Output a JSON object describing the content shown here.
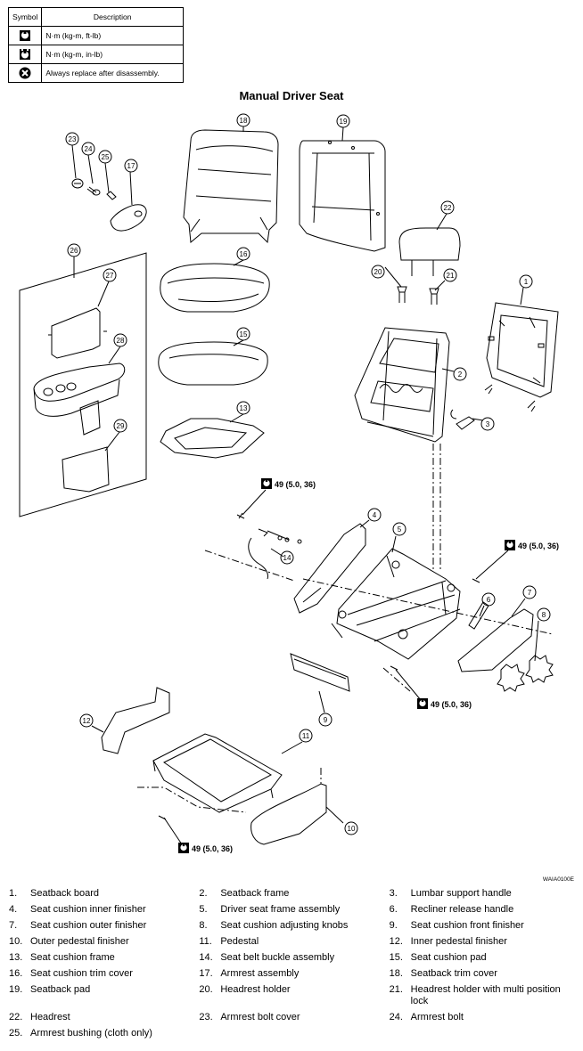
{
  "symbol_table": {
    "header_symbol": "Symbol",
    "header_description": "Description",
    "rows": [
      {
        "icon": "torque-nm-icon",
        "description": "N·m (kg-m, ft-lb)"
      },
      {
        "icon": "torque-nm-inlb-icon",
        "description": "N·m (kg-m, in-lb)"
      },
      {
        "icon": "always-replace-icon",
        "description": "Always replace after disassembly."
      }
    ]
  },
  "title": "Manual Driver Seat",
  "torque_callouts": [
    "49 (5.0, 36)",
    "49 (5.0, 36)",
    "49 (5.0, 36)",
    "49 (5.0, 36)"
  ],
  "callout_numbers": [
    "1",
    "2",
    "3",
    "4",
    "5",
    "6",
    "7",
    "8",
    "9",
    "10",
    "11",
    "12",
    "13",
    "14",
    "15",
    "16",
    "17",
    "18",
    "19",
    "20",
    "21",
    "22",
    "23",
    "24",
    "25",
    "26",
    "27",
    "28",
    "29"
  ],
  "figure_code": "WAIA0100E",
  "legend": [
    {
      "num": "1.",
      "text": "Seatback board"
    },
    {
      "num": "2.",
      "text": "Seatback frame"
    },
    {
      "num": "3.",
      "text": "Lumbar support handle"
    },
    {
      "num": "4.",
      "text": "Seat cushion inner finisher"
    },
    {
      "num": "5.",
      "text": "Driver seat frame assembly"
    },
    {
      "num": "6.",
      "text": "Recliner release handle"
    },
    {
      "num": "7.",
      "text": "Seat cushion outer finisher"
    },
    {
      "num": "8.",
      "text": "Seat cushion adjusting knobs"
    },
    {
      "num": "9.",
      "text": "Seat cushion front finisher"
    },
    {
      "num": "10.",
      "text": "Outer pedestal finisher"
    },
    {
      "num": "11.",
      "text": "Pedestal"
    },
    {
      "num": "12.",
      "text": "Inner pedestal finisher"
    },
    {
      "num": "13.",
      "text": "Seat cushion frame"
    },
    {
      "num": "14.",
      "text": "Seat belt buckle assembly"
    },
    {
      "num": "15.",
      "text": "Seat cushion pad"
    },
    {
      "num": "16.",
      "text": "Seat cushion trim cover"
    },
    {
      "num": "17.",
      "text": "Armrest assembly"
    },
    {
      "num": "18.",
      "text": "Seatback trim cover"
    },
    {
      "num": "19.",
      "text": "Seatback pad"
    },
    {
      "num": "20.",
      "text": "Headrest holder"
    },
    {
      "num": "21.",
      "text": "Headrest holder with multi position lock"
    },
    {
      "num": "22.",
      "text": "Headrest"
    },
    {
      "num": "23.",
      "text": "Armrest bolt cover"
    },
    {
      "num": "24.",
      "text": "Armrest bolt"
    },
    {
      "num": "25.",
      "text": "Armrest bushing (cloth only)"
    }
  ]
}
